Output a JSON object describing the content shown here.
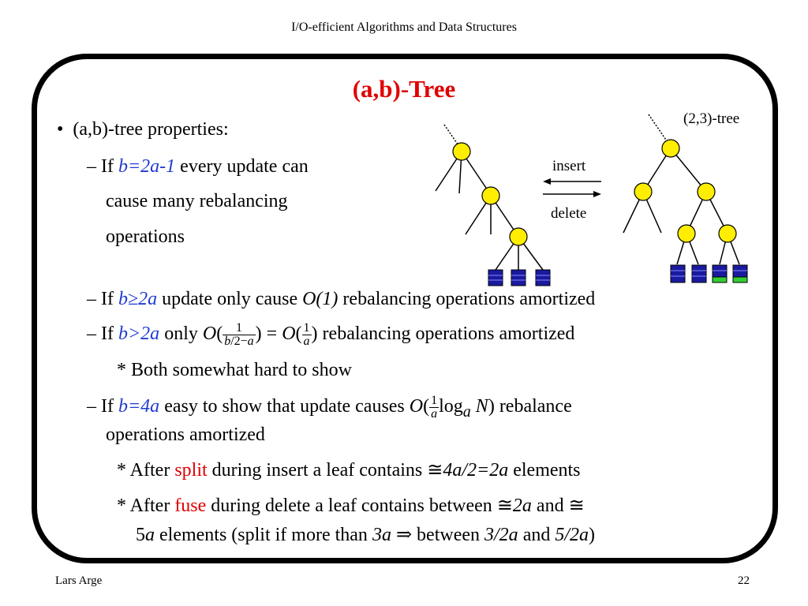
{
  "header": {
    "course_title": "I/O-efficient Algorithms and Data Structures"
  },
  "slide": {
    "title": "(a,b)-Tree",
    "tree_label": "(2,3)-tree",
    "arrow_insert": "insert",
    "arrow_delete": "delete",
    "bullet_main": "(a,b)-tree properties:",
    "sub1_prefix": "– If ",
    "sub1_cond": "b=2a-1",
    "sub1_rest1": " every update can",
    "sub1_rest2": "cause many rebalancing",
    "sub1_rest3": "operations",
    "sub2_prefix": "– If ",
    "sub2_cond": "b≥2a",
    "sub2_rest_a": " update only cause ",
    "sub2_o1": "O(1)",
    "sub2_rest_b": " rebalancing operations amortized",
    "sub3_prefix": "– If ",
    "sub3_cond": "b>2a",
    "sub3_only": " only ",
    "sub3_rest": " rebalancing operations amortized",
    "sub3_star": "* Both somewhat hard to show",
    "sub4_prefix": "– If ",
    "sub4_cond": "b=4a",
    "sub4_rest": " easy to show that update causes ",
    "sub4_rebalance": " rebalance",
    "sub4_line2": "operations amortized",
    "star1_a": "* After ",
    "star1_split": "split",
    "star1_b": " during insert a leaf contains ",
    "star1_c": "4a/2=2a",
    "star1_d": " elements",
    "star2_a": "* After ",
    "star2_fuse": "fuse",
    "star2_b": " during delete a leaf contains between ",
    "star2_c": "2a",
    "star2_d": " and ",
    "star2_line2_a": "5",
    "star2_line2_b": " elements (split if more than ",
    "star2_line2_c": "3a",
    "star2_line2_d": " between ",
    "star2_line2_e": "3/2a",
    "star2_line2_f": " and ",
    "star2_line2_g": "5/2a",
    "star2_line2_h": ")"
  },
  "footer": {
    "author": "Lars Arge",
    "page_number": "22"
  },
  "colors": {
    "accent_red": "#e00000",
    "accent_blue": "#1f3bd1",
    "node_yellow": "#ffee00",
    "leaf_blue": "#1a1aa0",
    "leaf_green": "#33cc33"
  }
}
